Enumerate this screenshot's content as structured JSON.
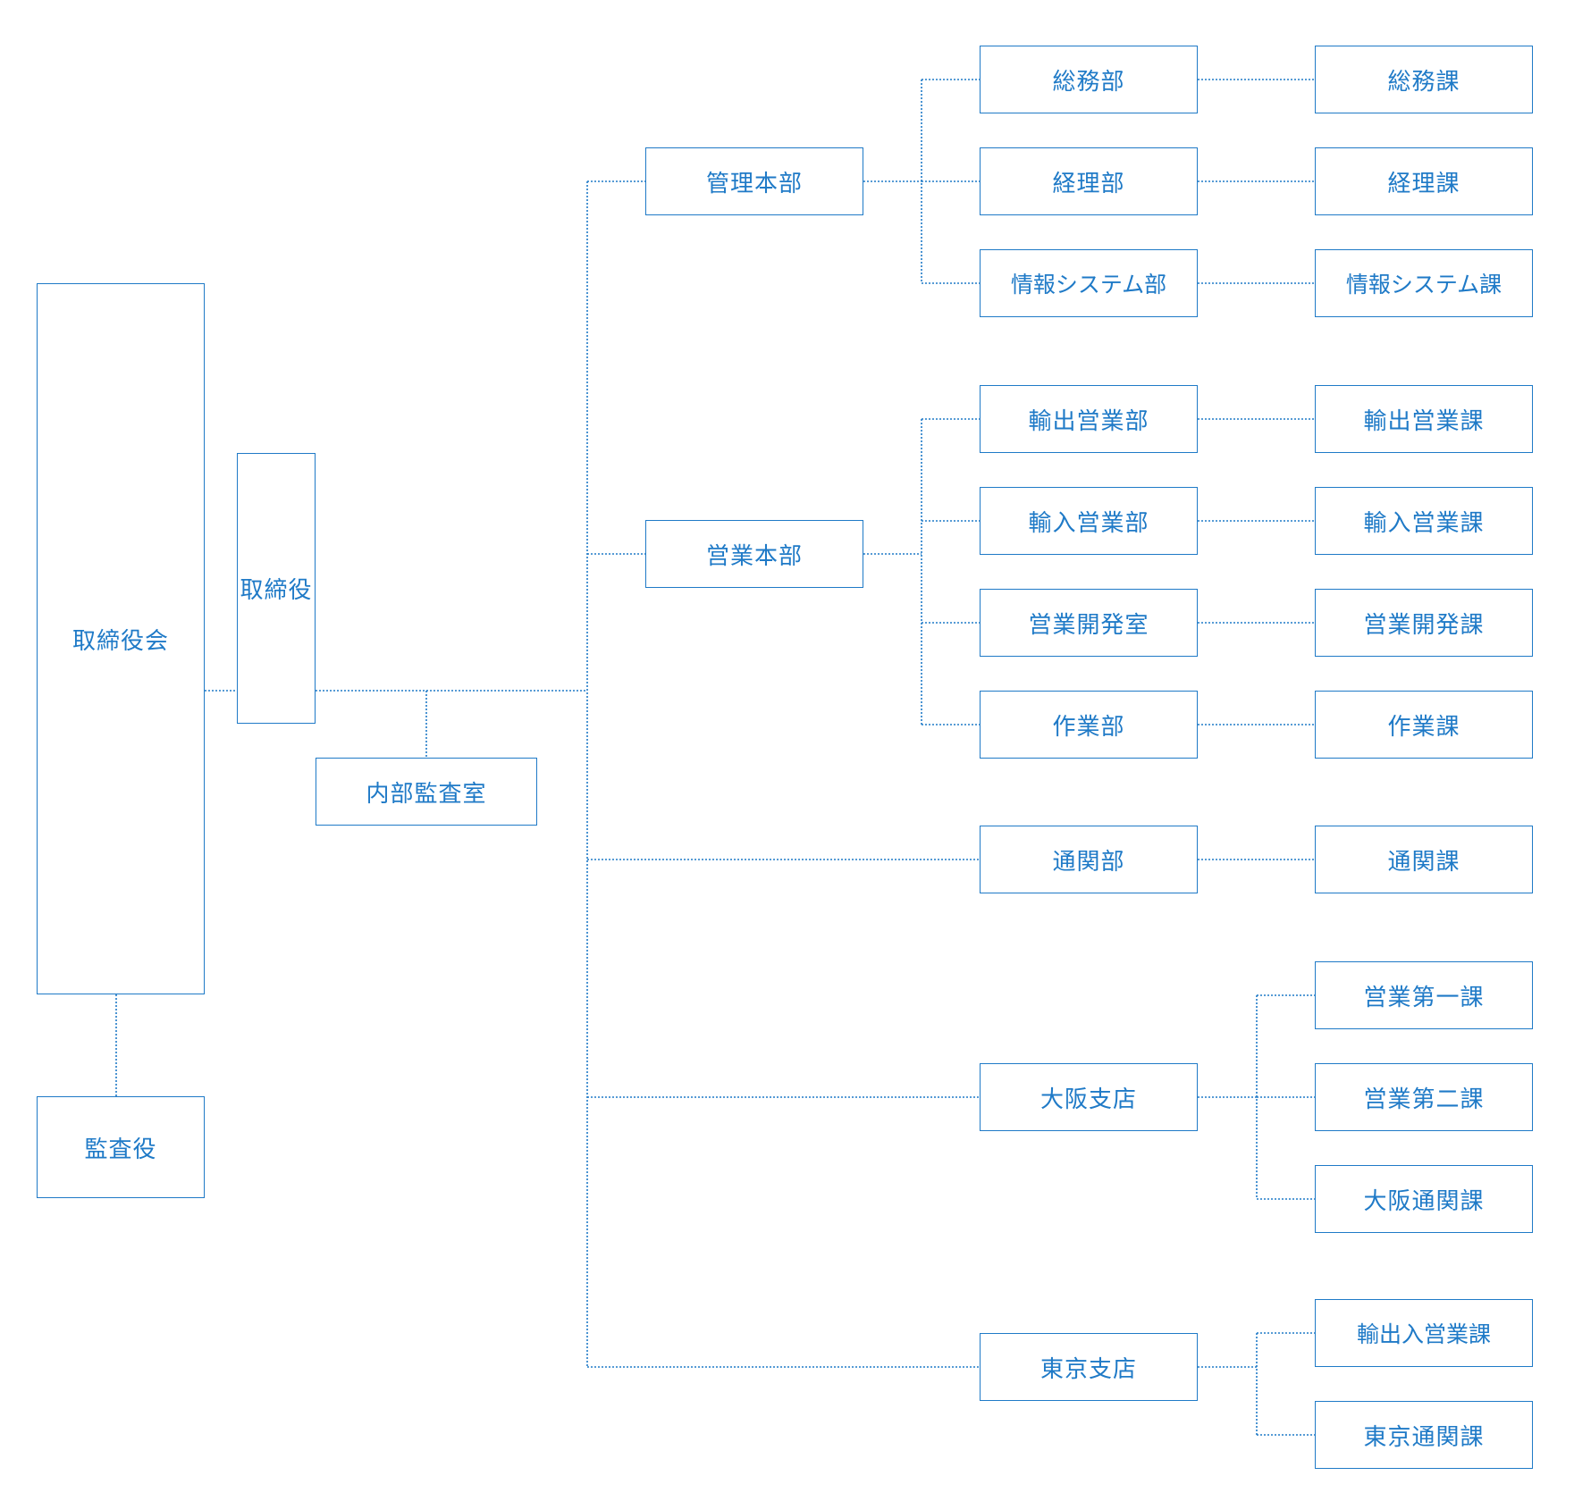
{
  "colors": {
    "line": "#1f7ac7",
    "text": "#1f7ac7",
    "background": "#ffffff"
  },
  "nodes": {
    "board": "取締役会",
    "director": "取締役",
    "auditor": "監査役",
    "internal_audit": "内部監査室",
    "admin_hq": "管理本部",
    "general_affairs_dept": "総務部",
    "general_affairs_sect": "総務課",
    "accounting_dept": "経理部",
    "accounting_sect": "経理課",
    "is_dept": "情報システム部",
    "is_sect": "情報システム課",
    "sales_hq": "営業本部",
    "export_sales_dept": "輸出営業部",
    "export_sales_sect": "輸出営業課",
    "import_sales_dept": "輸入営業部",
    "import_sales_sect": "輸入営業課",
    "sales_dev_office": "営業開発室",
    "sales_dev_sect": "営業開発課",
    "operations_dept": "作業部",
    "operations_sect": "作業課",
    "customs_dept": "通関部",
    "customs_sect": "通関課",
    "osaka_branch": "大阪支店",
    "osaka_sales1": "営業第一課",
    "osaka_sales2": "営業第二課",
    "osaka_customs": "大阪通関課",
    "tokyo_branch": "東京支店",
    "tokyo_export_import": "輸出入営業課",
    "tokyo_customs": "東京通関課"
  }
}
